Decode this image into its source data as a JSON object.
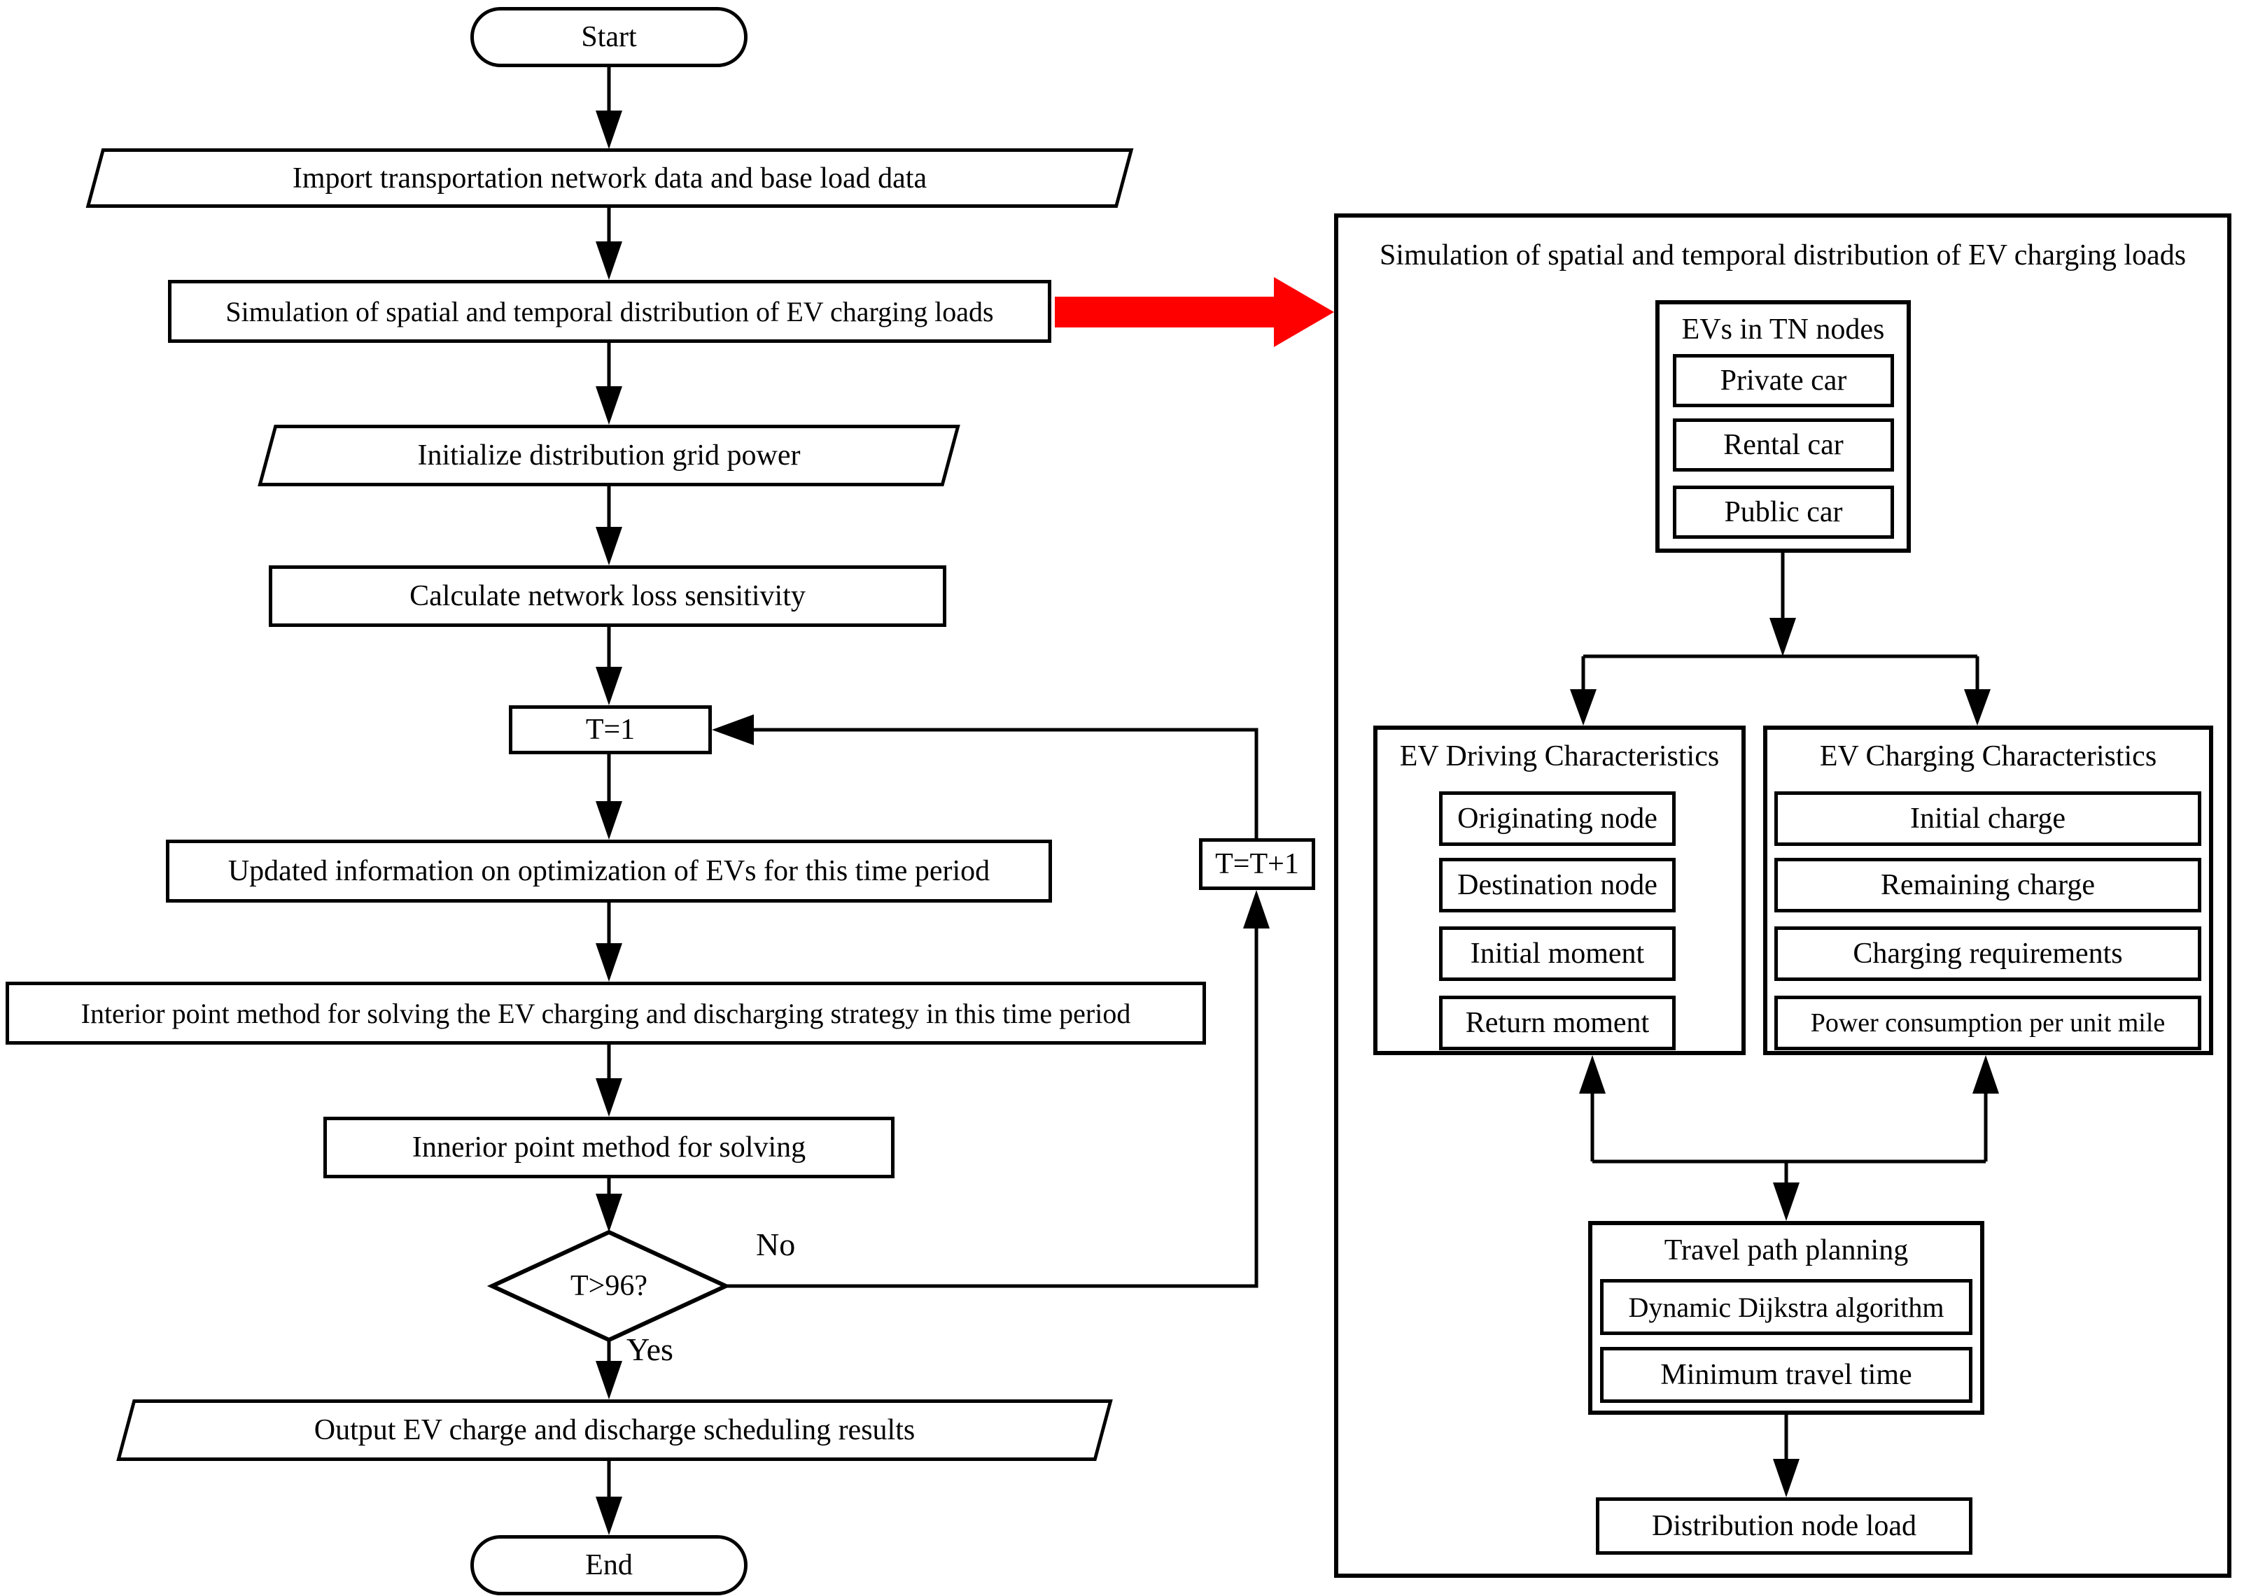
{
  "flowchart": {
    "nodes": {
      "start": "Start",
      "import": "Import transportation network data and base load data",
      "simulation": "Simulation of spatial and temporal distribution of EV charging loads",
      "initialize": "Initialize distribution grid power",
      "calculate": "Calculate network loss sensitivity",
      "t_init": "T=1",
      "updated": "Updated information on optimization of EVs for this time period",
      "interior": "Interior point method for solving the EV charging and discharging strategy in this time period",
      "innerior": "Innerior point method for solving",
      "decision": "T>96?",
      "t_increment": "T=T+1",
      "output": "Output EV charge and discharge scheduling results",
      "end": "End"
    },
    "edge_labels": {
      "no": "No",
      "yes": "Yes"
    }
  },
  "panel": {
    "title": "Simulation of spatial and temporal distribution of EV charging loads",
    "evs_group": {
      "title": "EVs in TN nodes",
      "items": [
        "Private car",
        "Rental car",
        "Public car"
      ]
    },
    "driving_group": {
      "title": "EV Driving Characteristics",
      "items": [
        "Originating node",
        "Destination node",
        "Initial moment",
        "Return moment"
      ]
    },
    "charging_group": {
      "title": "EV Charging Characteristics",
      "items": [
        "Initial charge",
        "Remaining charge",
        "Charging requirements",
        "Power consumption per unit mile"
      ]
    },
    "travel_group": {
      "title": "Travel path planning",
      "items": [
        "Dynamic Dijkstra algorithm",
        "Minimum travel time"
      ]
    },
    "distribution": "Distribution node load"
  },
  "colors": {
    "stroke": "#000000",
    "highlight_arrow": "#ff0000",
    "background": "#ffffff"
  }
}
